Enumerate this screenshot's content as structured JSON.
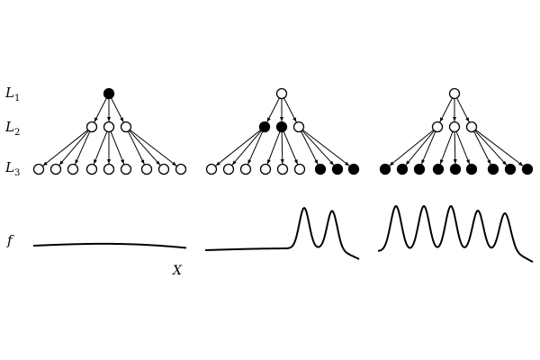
{
  "labels": {
    "L1": "L",
    "L1_sub": "1",
    "L2": "L",
    "L2_sub": "2",
    "L3": "L",
    "L3_sub": "3",
    "f": "f",
    "x": "X"
  },
  "colors": {
    "filled": "#000000",
    "empty": "#ffffff",
    "line": "#000000"
  },
  "trees": [
    {
      "name": "tree-1",
      "L1": [
        1
      ],
      "L2": [
        0,
        0,
        0
      ],
      "L3": [
        0,
        0,
        0,
        0,
        0,
        0,
        0,
        0,
        0
      ],
      "curve": "flat"
    },
    {
      "name": "tree-2",
      "L1": [
        0
      ],
      "L2": [
        1,
        1,
        0
      ],
      "L3": [
        0,
        0,
        0,
        0,
        0,
        0,
        1,
        1,
        1
      ],
      "curve": "two-peaks"
    },
    {
      "name": "tree-3",
      "L1": [
        0
      ],
      "L2": [
        0,
        0,
        0
      ],
      "L3": [
        1,
        1,
        1,
        1,
        1,
        1,
        1,
        1,
        1
      ],
      "curve": "five-peaks"
    }
  ]
}
